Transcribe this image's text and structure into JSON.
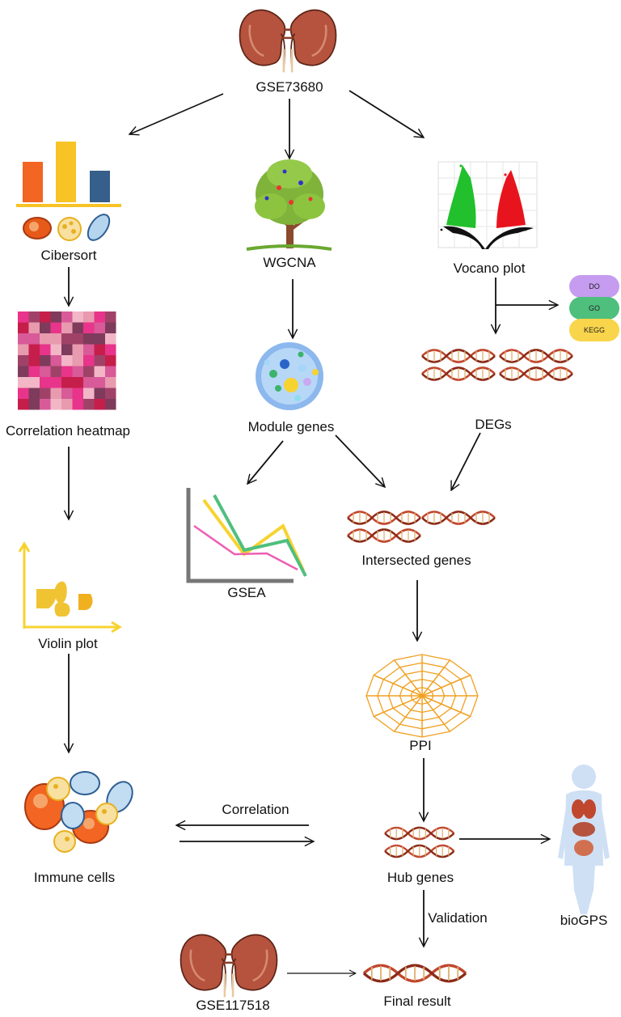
{
  "nodes": {
    "gse73680": "GSE73680",
    "cibersort": "Cibersort",
    "wgcna": "WGCNA",
    "volcano": "Vocano plot",
    "heatmap": "Correlation heatmap",
    "module_genes": "Module genes",
    "degs": "DEGs",
    "gsea": "GSEA",
    "intersected": "Intersected genes",
    "violin": "Violin plot",
    "ppi": "PPI",
    "immune": "Immune cells",
    "hub": "Hub genes",
    "biogps": "bioGPS",
    "gse117518": "GSE117518",
    "final": "Final result"
  },
  "edges": {
    "correlation": "Correlation",
    "validation": "Validation"
  },
  "enrichment": [
    "DO",
    "GO",
    "KEGG"
  ],
  "colors": {
    "kidney": "#b5533e",
    "bar_orange": "#f26522",
    "bar_yellow": "#f7c325",
    "bar_blue": "#365f8b",
    "volcano_up": "#e8141d",
    "volcano_down": "#22c02c",
    "do_pill": "#c59cf0",
    "go_pill": "#4fbf7e",
    "kegg_pill": "#f8d54a",
    "dna": "#c0462e",
    "web": "#f0a020"
  }
}
